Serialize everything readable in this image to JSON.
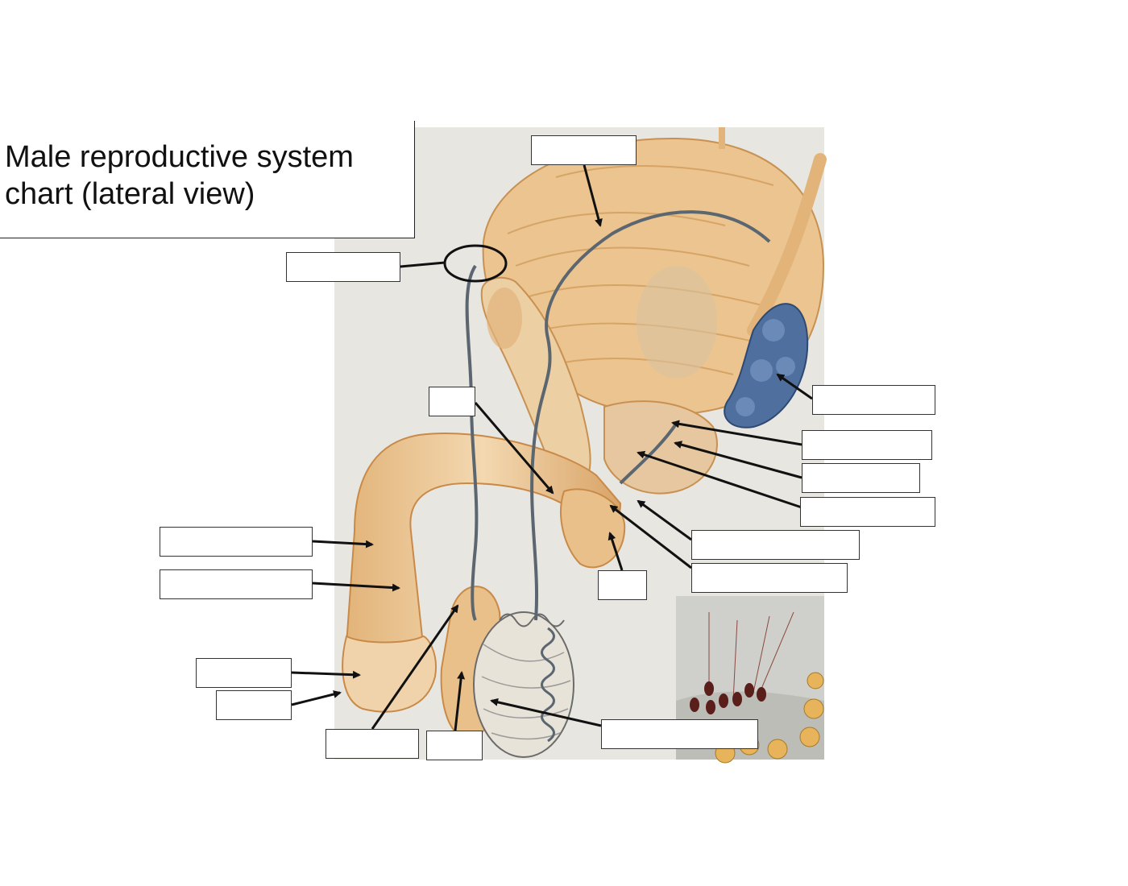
{
  "title": {
    "line1": "Male reproductive system",
    "line2": "chart (lateral view)"
  },
  "labels": [
    {
      "id": "label-vas-top",
      "text": ""
    },
    {
      "id": "label-loop",
      "text": ""
    },
    {
      "id": "label-seminal",
      "text": ""
    },
    {
      "id": "label-right-1",
      "text": ""
    },
    {
      "id": "label-right-2",
      "text": ""
    },
    {
      "id": "label-right-3",
      "text": ""
    },
    {
      "id": "label-right-4",
      "text": ""
    },
    {
      "id": "label-right-5",
      "text": ""
    },
    {
      "id": "label-small-mid",
      "text": ""
    },
    {
      "id": "label-small-bulb",
      "text": ""
    },
    {
      "id": "label-shaft-1",
      "text": ""
    },
    {
      "id": "label-shaft-2",
      "text": ""
    },
    {
      "id": "label-glans-1",
      "text": ""
    },
    {
      "id": "label-glans-2",
      "text": ""
    },
    {
      "id": "label-epididymis",
      "text": ""
    },
    {
      "id": "label-testis-small",
      "text": ""
    },
    {
      "id": "label-testis",
      "text": ""
    }
  ],
  "colors": {
    "background_panel": "#e7e6e1",
    "organ": "#e8c28c",
    "organ_dark": "#c98a48",
    "seminal_vesicle": "#4f6f9e",
    "duct": "#5b6670",
    "inset": "#cfcfcb",
    "sperm_head": "#5a1f1a"
  }
}
